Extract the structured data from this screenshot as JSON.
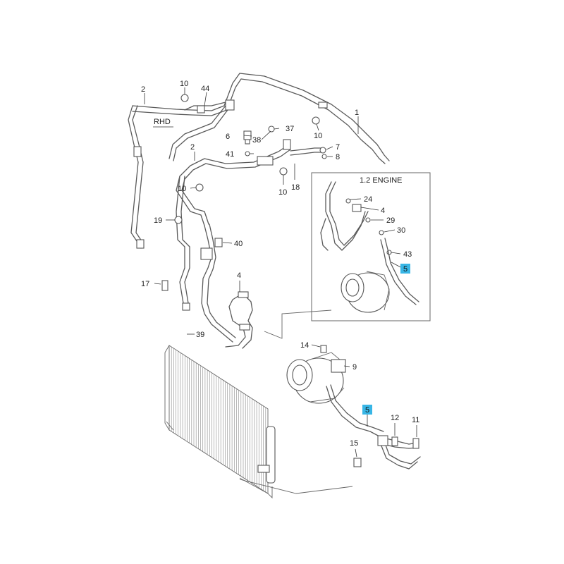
{
  "labels": {
    "l1": "1",
    "l2a": "2",
    "l2b": "2",
    "l4": "4",
    "l6": "6",
    "l7": "7",
    "l8": "8",
    "l9": "9",
    "l10a": "10",
    "l10b": "10",
    "l10c": "10",
    "l10d": "10",
    "l11": "11",
    "l12": "12",
    "l14": "14",
    "l15": "15",
    "l17": "17",
    "l18": "18",
    "l19": "19",
    "l37": "37",
    "l38": "38",
    "l39": "39",
    "l40": "40",
    "l41": "41",
    "l44": "44",
    "l5main": "5"
  },
  "note_rhd": "RHD",
  "inset": {
    "title": "1.2 ENGINE",
    "l24": "24",
    "l4": "4",
    "l29": "29",
    "l30": "30",
    "l43": "43",
    "l5": "5"
  },
  "colors": {
    "highlight": "#38b6e6",
    "line": "#5a5a5a"
  }
}
